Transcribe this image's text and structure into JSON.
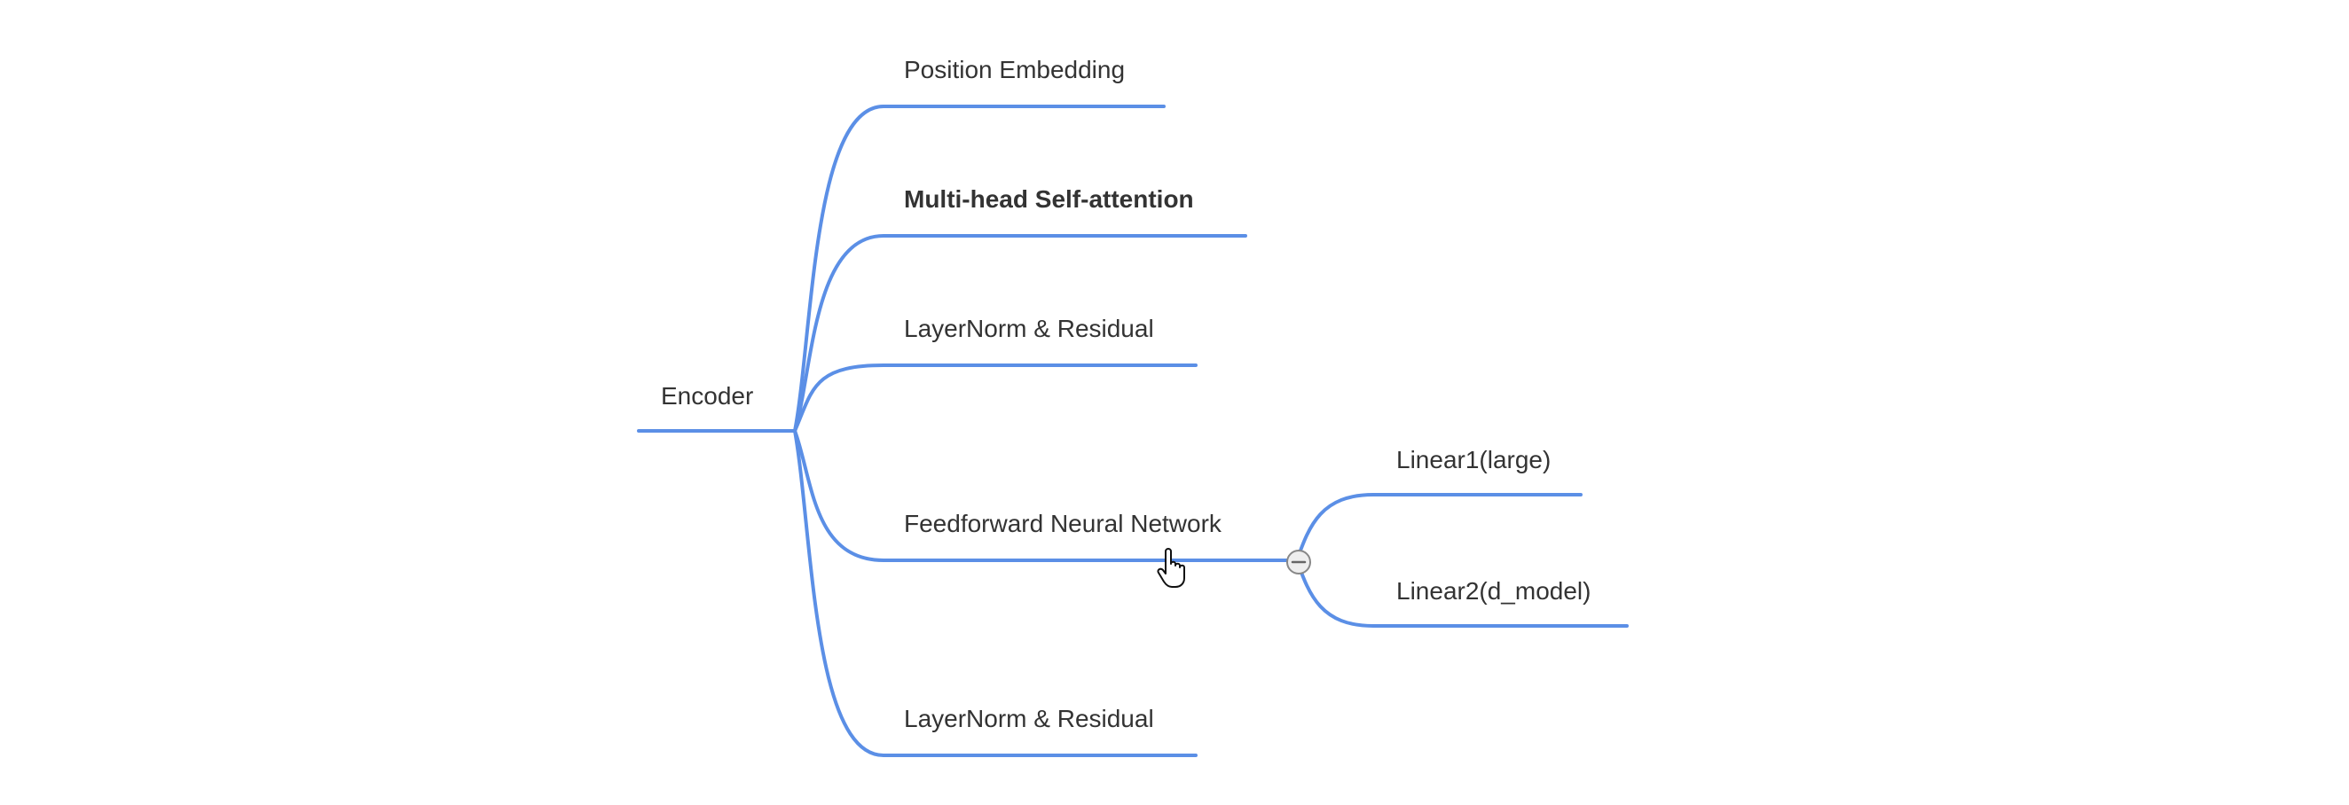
{
  "theme": {
    "edge_color": "#5b8fe6",
    "text_color": "#333333",
    "highlight_color": "#e02020"
  },
  "mindmap": {
    "root": {
      "label": "Encoder"
    },
    "branches": [
      {
        "label": "Position Embedding",
        "highlight": false
      },
      {
        "label": "Multi-head Self-attention",
        "highlight": true
      },
      {
        "label": "LayerNorm & Residual",
        "highlight": false
      },
      {
        "label": "Feedforward Neural Network",
        "highlight": false,
        "expanded": true,
        "children": [
          {
            "label": "Linear1(large)"
          },
          {
            "label": "Linear2(d_model)"
          }
        ]
      },
      {
        "label": "LayerNorm & Residual",
        "highlight": false
      }
    ]
  },
  "icons": {
    "collapse_toggle": "minus-circle-icon",
    "cursor": "hand-pointer-icon"
  }
}
